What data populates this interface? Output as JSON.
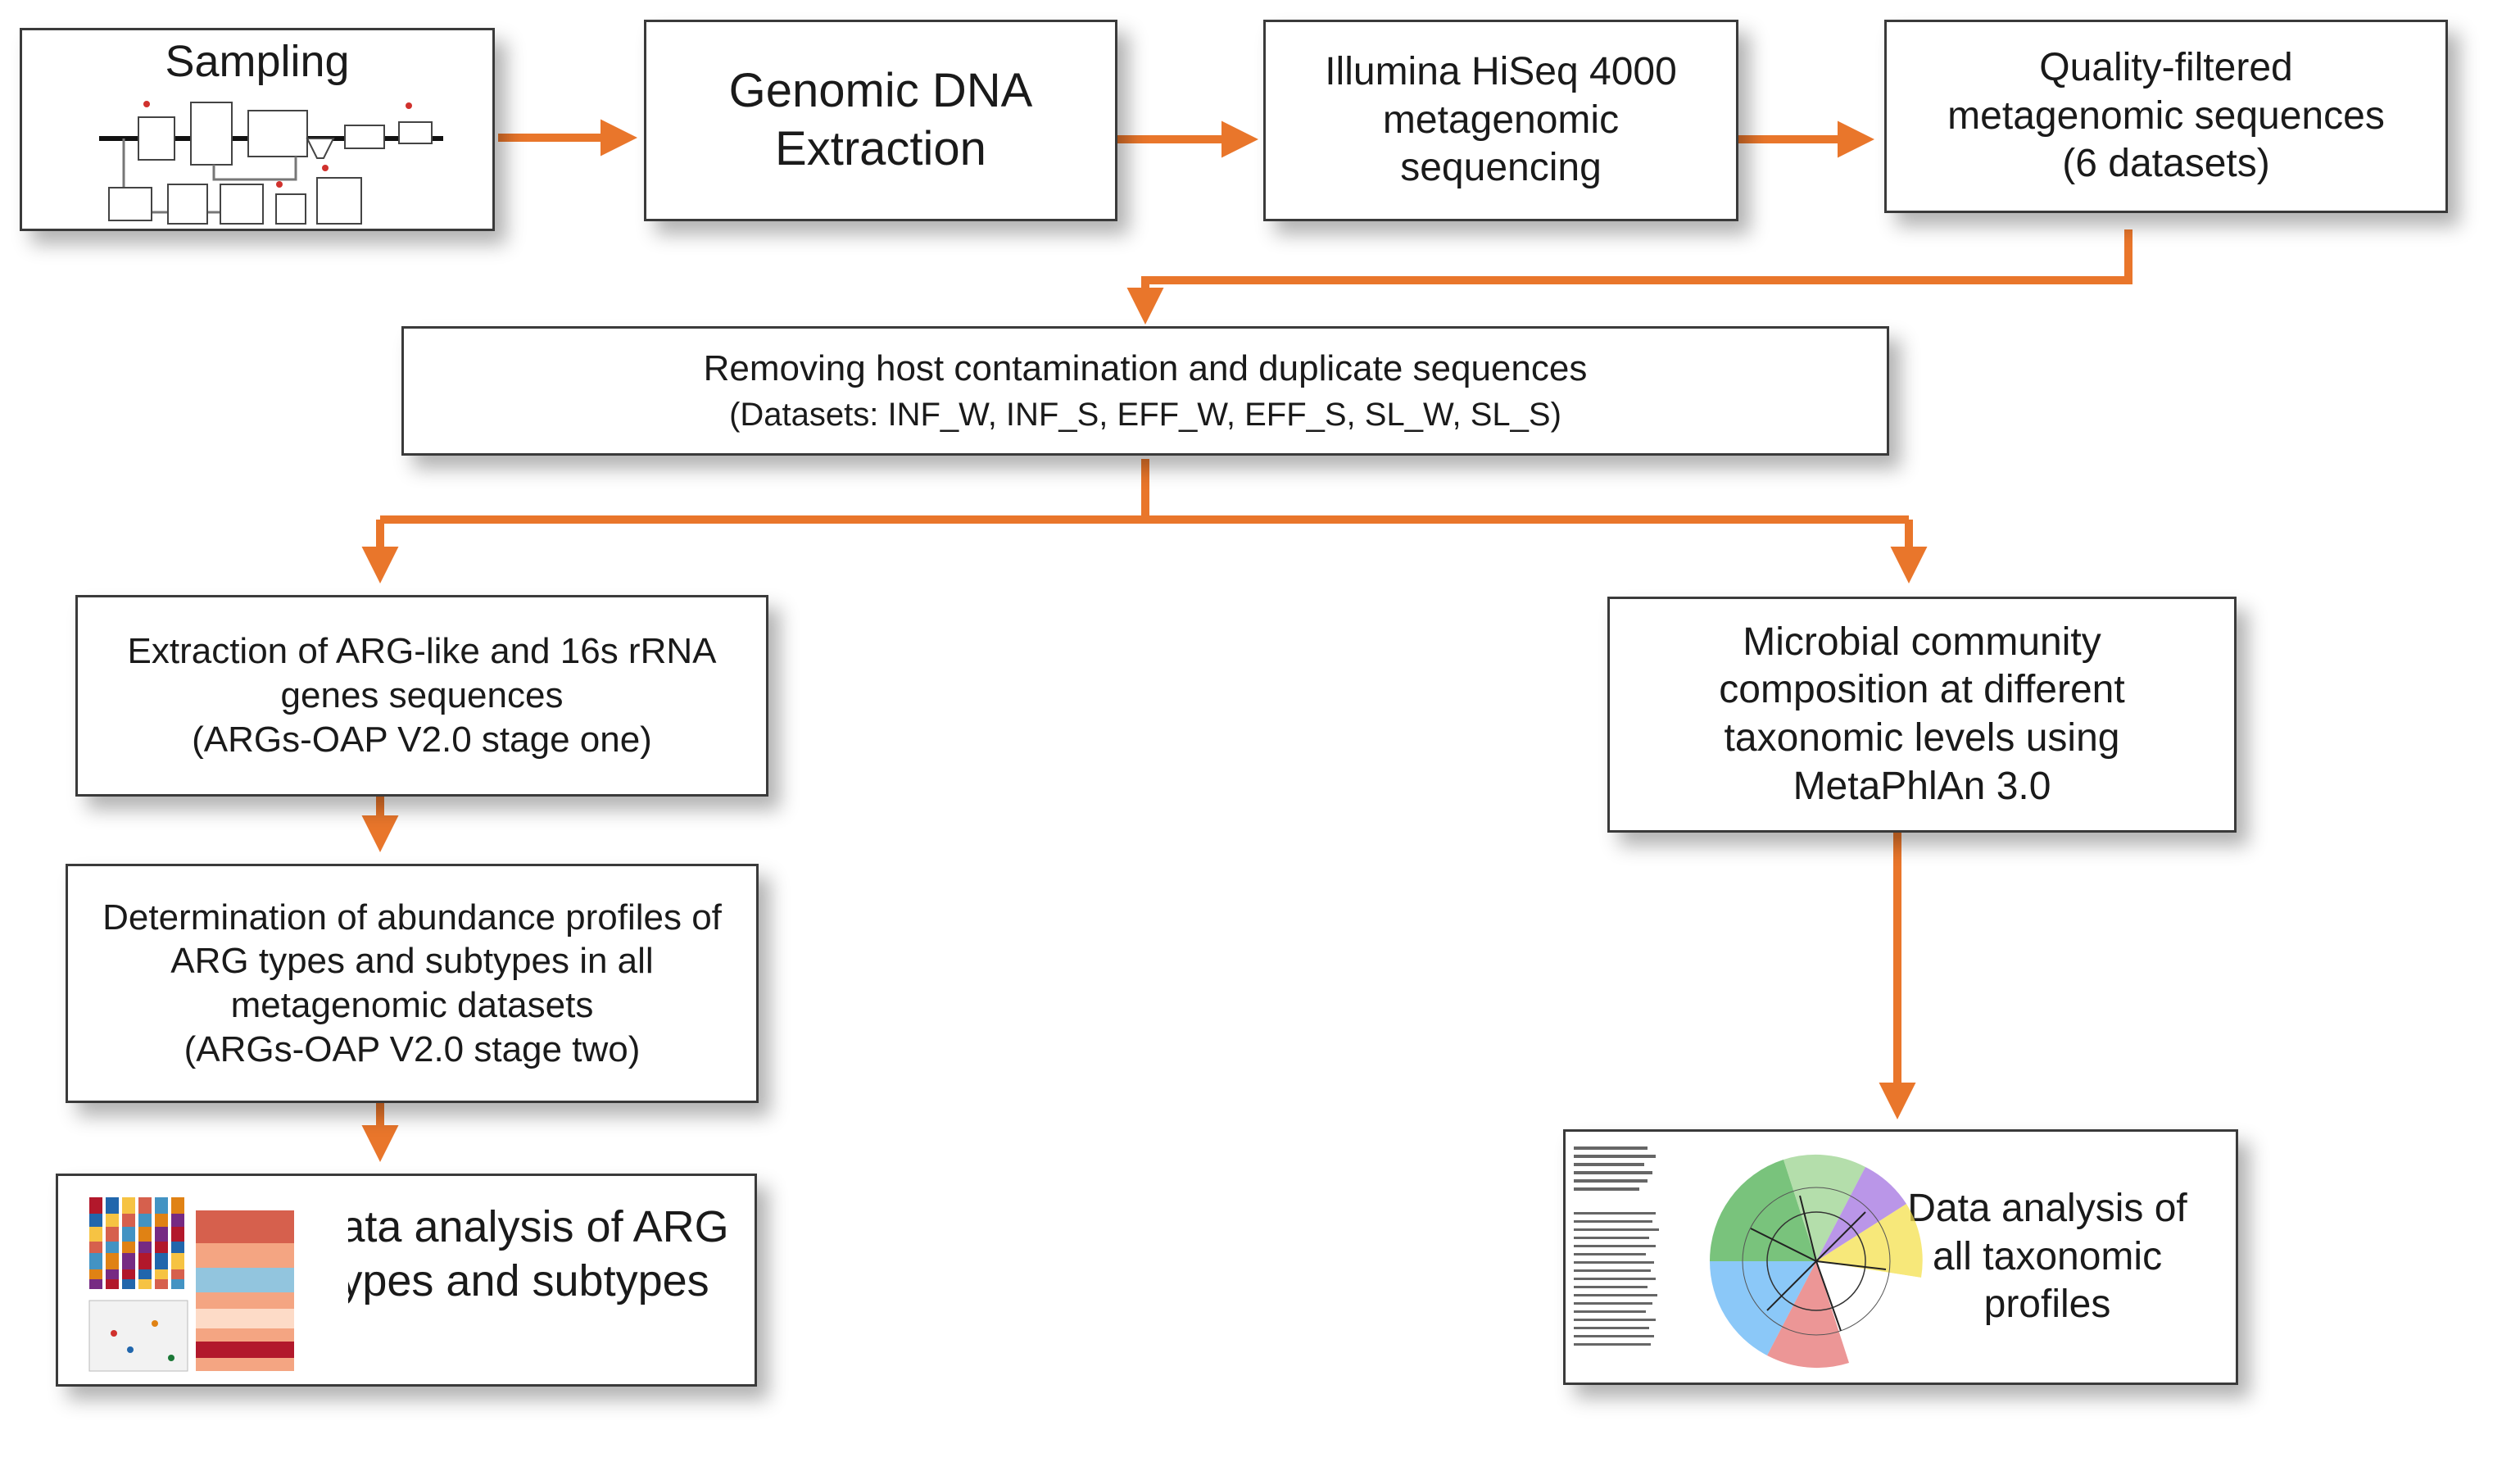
{
  "colors": {
    "arrow": "#e9762b",
    "border": "#3a3a3a",
    "text": "#1a1a1a",
    "accent_red": "#d0312d"
  },
  "nodes": {
    "sampling": {
      "title": "Sampling"
    },
    "extraction": {
      "lines": [
        "Genomic DNA",
        "Extraction"
      ]
    },
    "sequencing": {
      "lines": [
        "Illumina HiSeq 4000",
        "metagenomic",
        "sequencing"
      ]
    },
    "quality": {
      "lines": [
        "Quality-filtered",
        "metagenomic sequences",
        "(6 datasets)"
      ]
    },
    "removing": {
      "lines": [
        "Removing host contamination and duplicate sequences",
        "(Datasets: INF_W, INF_S, EFF_W, EFF_S, SL_W, SL_S)"
      ]
    },
    "arg_extraction": {
      "lines": [
        "Extraction of ARG-like and 16s rRNA",
        "genes sequences",
        "(ARGs-OAP V2.0 stage one)"
      ]
    },
    "abundance": {
      "lines": [
        "Determination of abundance profiles of",
        "ARG types and subtypes in all",
        "metagenomic datasets",
        "(ARGs-OAP V2.0 stage two)"
      ]
    },
    "arg_analysis": {
      "lines": [
        "Data analysis of ARG",
        "types and subtypes"
      ]
    },
    "microbial": {
      "lines": [
        "Microbial community",
        "composition at different",
        "taxonomic levels using",
        "MetaPhlAn 3.0"
      ]
    },
    "taxonomic_analysis": {
      "lines": [
        "Data analysis of",
        "all taxonomic",
        "profiles"
      ]
    }
  }
}
